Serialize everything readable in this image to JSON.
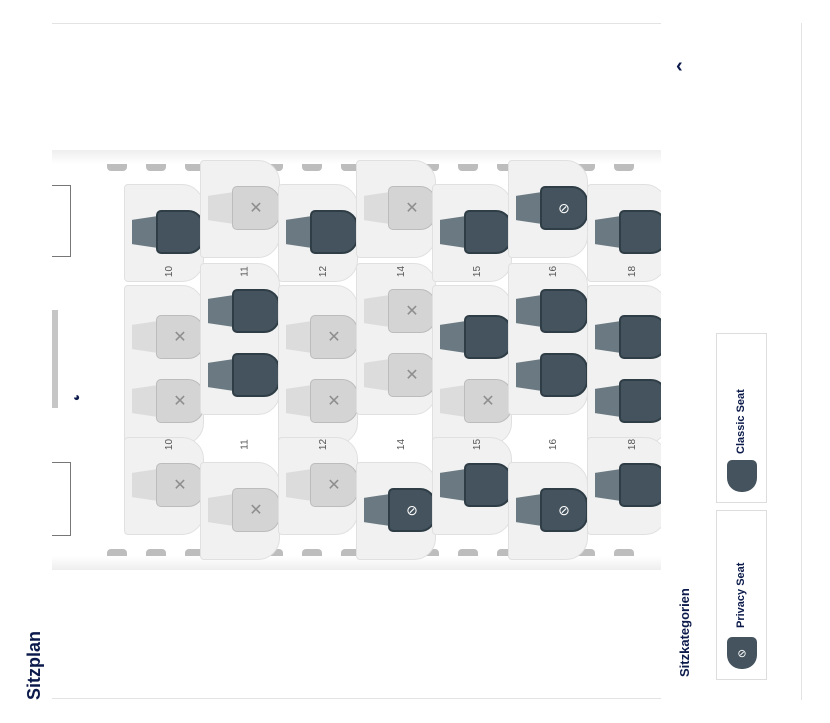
{
  "page_title": "Sitzplan",
  "back_icon": "chevron-left-icon",
  "galley_icon": "baby-bassinet-icon",
  "colors": {
    "available": "#44535d",
    "occupied": "#d4d4d4",
    "text": "#0b1a4a"
  },
  "legend": {
    "title": "Sitzkategorien",
    "items": [
      {
        "label": "Classic Seat",
        "icon": "classic-seat-icon"
      },
      {
        "label": "Privacy Seat",
        "icon": "privacy-seat-icon"
      }
    ]
  },
  "rows": [
    {
      "number": "10",
      "seats": [
        "available",
        "occupied",
        "occupied",
        "occupied"
      ]
    },
    {
      "number": "11",
      "seats": [
        "occupied",
        "available",
        "available",
        "occupied"
      ]
    },
    {
      "number": "12",
      "seats": [
        "available",
        "occupied",
        "occupied",
        "occupied"
      ]
    },
    {
      "number": "14",
      "seats": [
        "occupied",
        "occupied",
        "occupied",
        "privacy"
      ]
    },
    {
      "number": "15",
      "seats": [
        "available",
        "available",
        "occupied",
        "available"
      ]
    },
    {
      "number": "16",
      "seats": [
        "privacy",
        "available",
        "available",
        "privacy"
      ]
    },
    {
      "number": "18",
      "seats": [
        "available",
        "available",
        "available",
        "available"
      ]
    }
  ]
}
